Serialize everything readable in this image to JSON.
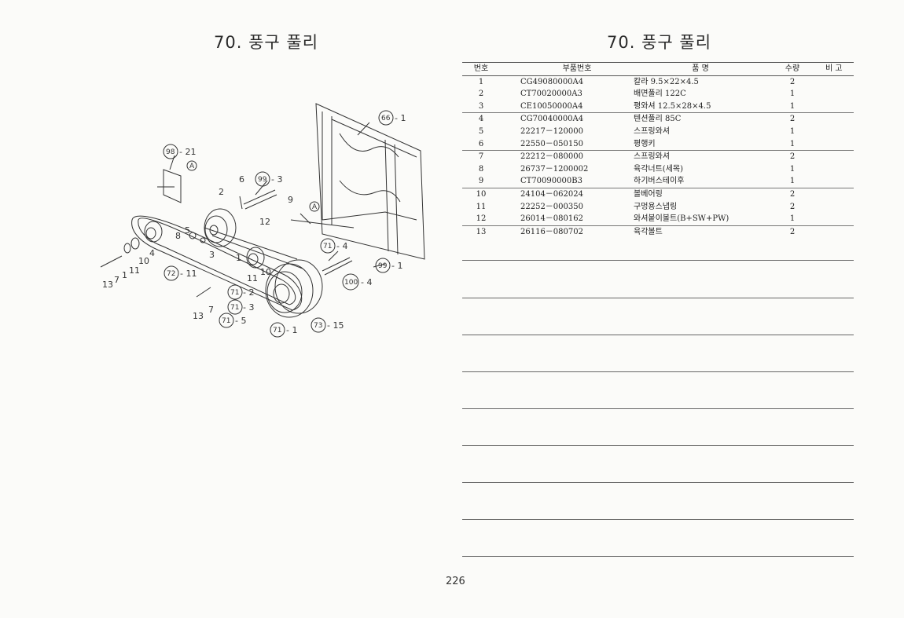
{
  "header": {
    "title_left": "70. 풍구 풀리",
    "title_right": "70. 풍구 풀리"
  },
  "diagram": {
    "callouts": [
      {
        "label": "1"
      },
      {
        "label": "2"
      },
      {
        "label": "3"
      },
      {
        "label": "4"
      },
      {
        "label": "5"
      },
      {
        "label": "6"
      },
      {
        "label": "7"
      },
      {
        "label": "7"
      },
      {
        "label": "1"
      },
      {
        "label": "8"
      },
      {
        "label": "9"
      },
      {
        "label": "10"
      },
      {
        "label": "10"
      },
      {
        "label": "11"
      },
      {
        "label": "11"
      },
      {
        "label": "12"
      },
      {
        "label": "13"
      },
      {
        "label": "13"
      },
      {
        "label": "A"
      },
      {
        "label": "A"
      }
    ],
    "ref_labels": [
      {
        "code": "98",
        "suffix": "- 21"
      },
      {
        "code": "99",
        "suffix": "- 3"
      },
      {
        "code": "66",
        "suffix": "- 1"
      },
      {
        "code": "71",
        "suffix": "- 4"
      },
      {
        "code": "99",
        "suffix": "- 1"
      },
      {
        "code": "100",
        "suffix": "- 4"
      },
      {
        "code": "72",
        "suffix": "- 11"
      },
      {
        "code": "71",
        "suffix": "- 2"
      },
      {
        "code": "71",
        "suffix": "- 3"
      },
      {
        "code": "71",
        "suffix": "- 5"
      },
      {
        "code": "71",
        "suffix": "- 1"
      },
      {
        "code": "73",
        "suffix": "- 15"
      }
    ]
  },
  "table": {
    "headers": {
      "no": "번호",
      "part_no": "부품번호",
      "name": "품    명",
      "qty": "수량",
      "remark": "비  고"
    },
    "rows": [
      {
        "no": "1",
        "part_no": "CG49080000A4",
        "name": "칼라 9.5×22×4.5",
        "qty": "2",
        "remark": ""
      },
      {
        "no": "2",
        "part_no": "CT70020000A3",
        "name": "배면풀리 122C",
        "qty": "1",
        "remark": ""
      },
      {
        "no": "3",
        "part_no": "CE10050000A4",
        "name": "평와셔 12.5×28×4.5",
        "qty": "1",
        "remark": ""
      },
      {
        "no": "4",
        "part_no": "CG70040000A4",
        "name": "텐션풀리 85C",
        "qty": "2",
        "remark": ""
      },
      {
        "no": "5",
        "part_no": "22217－120000",
        "name": "스프링와셔",
        "qty": "1",
        "remark": ""
      },
      {
        "no": "6",
        "part_no": "22550－050150",
        "name": "평행키",
        "qty": "1",
        "remark": ""
      },
      {
        "no": "7",
        "part_no": "22212－080000",
        "name": "스프링와셔",
        "qty": "2",
        "remark": ""
      },
      {
        "no": "8",
        "part_no": "26737－1200002",
        "name": "육각너트(세목)",
        "qty": "1",
        "remark": ""
      },
      {
        "no": "9",
        "part_no": "CT70090000B3",
        "name": "하기버스테이후",
        "qty": "1",
        "remark": ""
      },
      {
        "no": "10",
        "part_no": "24104－062024",
        "name": "볼베어링",
        "qty": "2",
        "remark": ""
      },
      {
        "no": "11",
        "part_no": "22252－000350",
        "name": "구멍용스냅링",
        "qty": "2",
        "remark": ""
      },
      {
        "no": "12",
        "part_no": "26014－080162",
        "name": "와셔붙이볼트(B+SW+PW)",
        "qty": "1",
        "remark": ""
      },
      {
        "no": "13",
        "part_no": "26116－080702",
        "name": "육각볼트",
        "qty": "2",
        "remark": ""
      }
    ]
  },
  "footer": {
    "page_number": "226"
  }
}
